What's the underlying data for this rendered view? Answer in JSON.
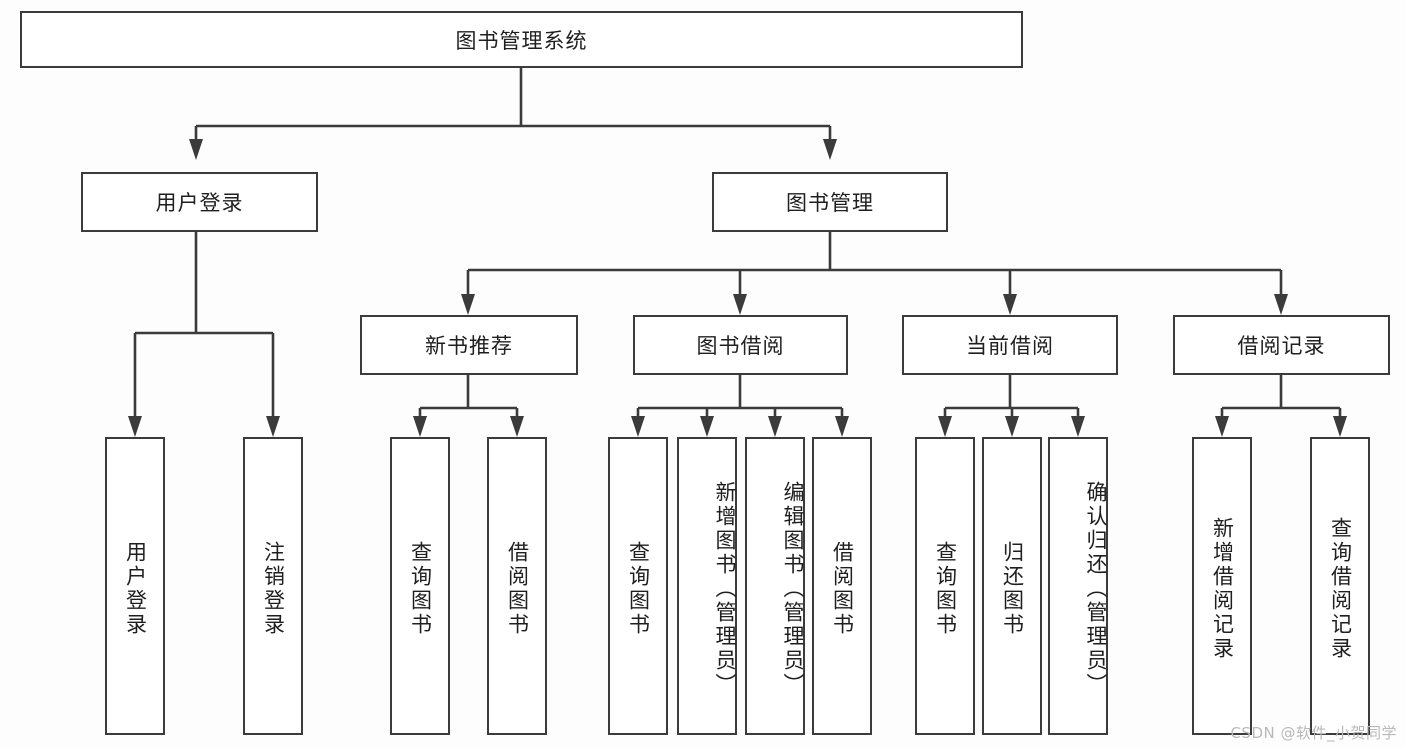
{
  "diagram": {
    "title": "图书管理系统",
    "type": "tree / hierarchy chart",
    "watermark": "CSDN @软件_小贺同学",
    "colors": {
      "stroke": "#3b3b3b",
      "box_fill": "#ffffff",
      "background": "#fdfdfd",
      "watermark": "#b9b9b9"
    },
    "levels": {
      "root": {
        "label": "图书管理系统"
      },
      "level2": [
        {
          "id": "user-login",
          "label": "用户登录"
        },
        {
          "id": "book-management",
          "label": "图书管理"
        }
      ],
      "level3": [
        {
          "id": "new-book-recommend",
          "label": "新书推荐",
          "parent": "book-management"
        },
        {
          "id": "book-borrow",
          "label": "图书借阅",
          "parent": "book-management"
        },
        {
          "id": "current-borrow",
          "label": "当前借阅",
          "parent": "book-management"
        },
        {
          "id": "borrow-record",
          "label": "借阅记录",
          "parent": "book-management"
        }
      ],
      "leaves": [
        {
          "id": "leaf-user-login",
          "label": "用户登录",
          "parent": "user-login"
        },
        {
          "id": "leaf-logout",
          "label": "注销登录",
          "parent": "user-login"
        },
        {
          "id": "leaf-query-book-1",
          "label": "查询图书",
          "parent": "new-book-recommend"
        },
        {
          "id": "leaf-borrow-book-1",
          "label": "借阅图书",
          "parent": "new-book-recommend"
        },
        {
          "id": "leaf-query-book-2",
          "label": "查询图书",
          "parent": "book-borrow"
        },
        {
          "id": "leaf-add-book",
          "label": "新增图书（管理员）",
          "parent": "book-borrow"
        },
        {
          "id": "leaf-edit-book",
          "label": "编辑图书（管理员）",
          "parent": "book-borrow"
        },
        {
          "id": "leaf-borrow-book-2",
          "label": "借阅图书",
          "parent": "book-borrow"
        },
        {
          "id": "leaf-query-book-3",
          "label": "查询图书",
          "parent": "current-borrow"
        },
        {
          "id": "leaf-return-book",
          "label": "归还图书",
          "parent": "current-borrow"
        },
        {
          "id": "leaf-confirm-return",
          "label": "确认归还（管理员）",
          "parent": "current-borrow"
        },
        {
          "id": "leaf-add-record",
          "label": "新增借阅记录",
          "parent": "borrow-record"
        },
        {
          "id": "leaf-query-record",
          "label": "查询借阅记录",
          "parent": "borrow-record"
        }
      ]
    }
  }
}
